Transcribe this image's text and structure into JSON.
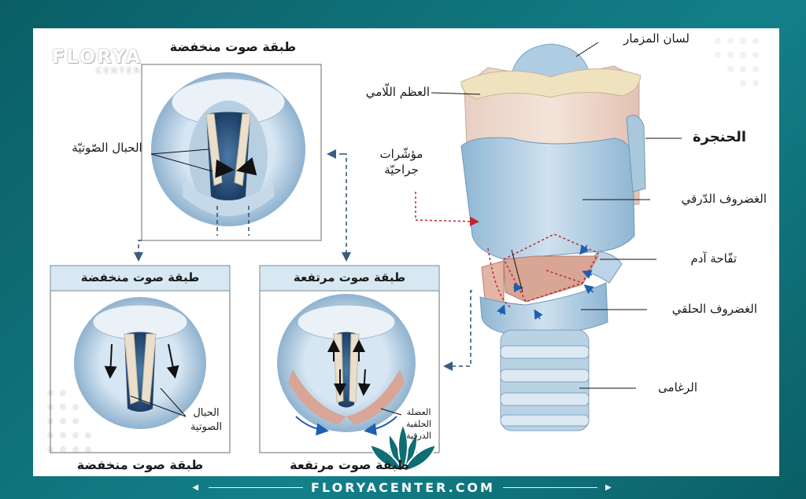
{
  "brand": {
    "name": "FLORYA",
    "sub": "CENTER",
    "footer": "FLORYACENTER.COM"
  },
  "colors": {
    "frame": "#0f6d73",
    "header_fill": "#d8e8f2",
    "cartilage": "#a9c8dc",
    "cords": "#eadfcc",
    "muscle": "#d9a595",
    "arrow_blue": "#1f5fb0",
    "dotted_red": "#c0262d"
  },
  "panels": {
    "top": {
      "title": "طبقة صوت منخفضة",
      "cords_label": "الحبال الصّوتيّة"
    },
    "bottom_left": {
      "title": "طبقة صوت منخفضة",
      "caption": "طبقة صوت منخفضة",
      "cords_label_1": "الحبال",
      "cords_label_2": "الصوتية"
    },
    "bottom_right": {
      "title": "طبقة صوت مرتفعة",
      "caption": "طبقة صوت مرتفعة",
      "muscle_label_1": "العضلة",
      "muscle_label_2": "الحلقية",
      "muscle_label_3": "الدرقية"
    }
  },
  "labels": {
    "epiglottis": "لسان المزمار",
    "hyoid": "العظم اللّامي",
    "larynx": "الحنجرة",
    "surgical": "مؤشّرات جراحيّة",
    "thyroid": "الغضروف الدّرقي",
    "adams_apple": "تفّاحة آدم",
    "cricoid": "الغضروف الحلقي",
    "trachea": "الرغامى"
  }
}
